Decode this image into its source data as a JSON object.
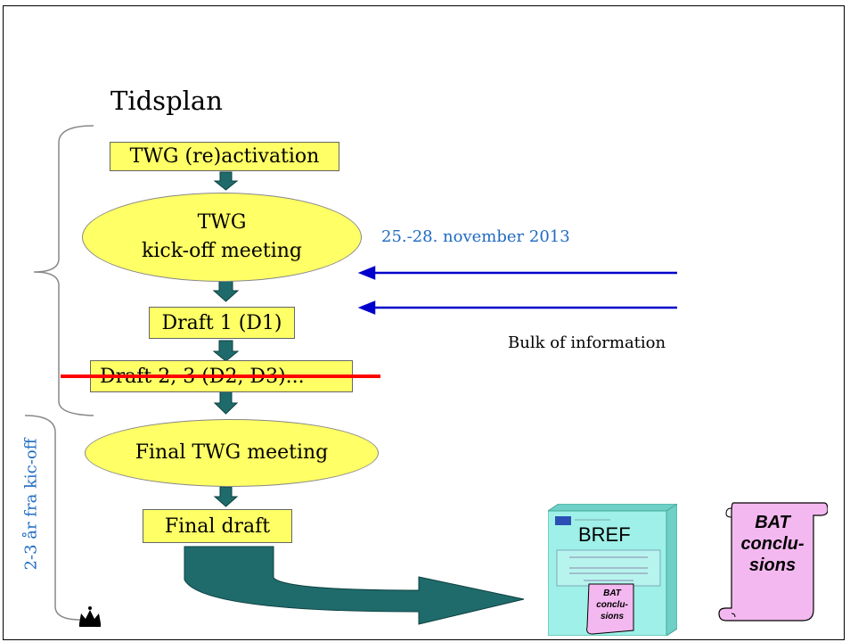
{
  "slide": {
    "title": "Tidsplan",
    "side_label": "2-3 år fra kic-off"
  },
  "flow": {
    "step1": "TWG (re)activation",
    "step2_line1": "TWG",
    "step2_line2": "kick-off meeting",
    "step3": "Draft 1 (D1)",
    "step4": "Draft 2, 3 (D2, D3)...",
    "step5": "Final TWG meeting",
    "step6": "Final draft"
  },
  "notes": {
    "date": "25.-28. november 2013",
    "bulk": "Bulk of information"
  },
  "documents": {
    "bref_title": "BREF",
    "bref_inner_label_1": "BAT",
    "bref_inner_label_2": "conclu-",
    "bref_inner_label_3": "sions",
    "bat_line1": "BAT",
    "bat_line2": "conclu-",
    "bat_line3": "sions"
  },
  "colors": {
    "box_fill": "#ffff66",
    "arrow_fill": "#1f6b6b",
    "note_blue": "#1f6bc2",
    "pointer_blue": "#0000cc",
    "strike_red": "#ff0000",
    "bref_fill": "#9ff0e8",
    "bat_fill": "#f4b8f0"
  }
}
